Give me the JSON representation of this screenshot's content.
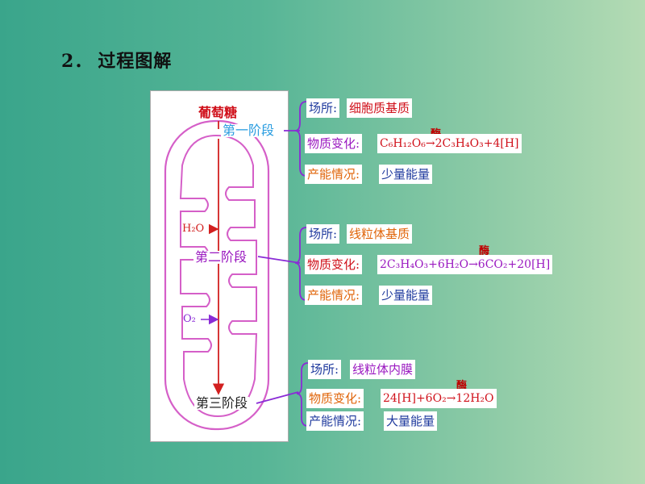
{
  "heading": {
    "number": "2．",
    "title": "过程图解"
  },
  "diagram": {
    "glucose": "葡萄糖",
    "stage1": "第一阶段",
    "stage2": "第二阶段",
    "stage3": "第三阶段",
    "water_in": "H₂O",
    "oxygen_in": "O₂"
  },
  "stages": [
    {
      "location_label": "场所:",
      "location_value": "细胞质基质",
      "change_label": "物质变化:",
      "equation": "C₆H₁₂O₆→2C₃H₄O₃+4[H]",
      "enzyme": "酶",
      "energy_label": "产能情况:",
      "energy_value": "少量能量"
    },
    {
      "location_label": "场所:",
      "location_value": "线粒体基质",
      "change_label": "物质变化:",
      "equation": "2C₃H₄O₃+6H₂O→6CO₂+20[H]",
      "enzyme": "酶",
      "energy_label": "产能情况:",
      "energy_value": "少量能量"
    },
    {
      "location_label": "场所:",
      "location_value": "线粒体内膜",
      "change_label": "物质变化:",
      "equation": "24[H]+6O₂→12H₂O",
      "enzyme": "酶",
      "energy_label": "产能情况:",
      "energy_value": "大量能量"
    }
  ],
  "colors": {
    "background_left": "#3aa58b",
    "background_right": "#b4dbb4",
    "mitochondrion": "#d55fc8",
    "flow_arrow": "#d22020",
    "stage1_text": "#2a9de0",
    "stage_connector": "#8a2bd6",
    "label_blue": "#1f3a9e",
    "label_red": "#d0101a",
    "label_orange": "#e0650a",
    "label_purple": "#9a18c0"
  }
}
